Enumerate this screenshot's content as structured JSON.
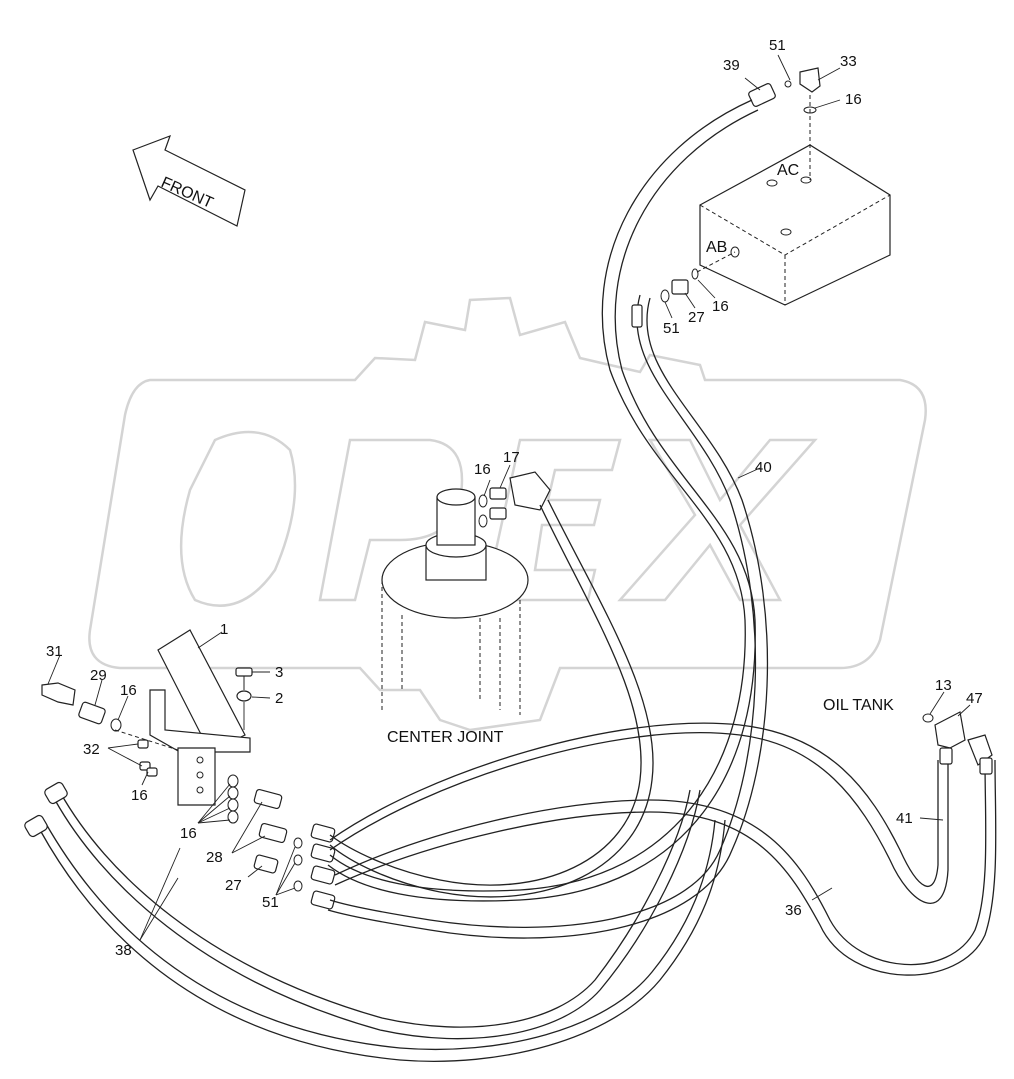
{
  "watermark": "OPEX",
  "front_arrow": "FRONT",
  "labels": {
    "center_joint": "CENTER JOINT",
    "oil_tank": "OIL TANK",
    "port_ac": "AC",
    "port_ab": "AB"
  },
  "callouts": {
    "p1": "1",
    "p2": "2",
    "p3": "3",
    "p13": "13",
    "p16a": "16",
    "p16b": "16",
    "p16c": "16",
    "p16d": "16",
    "p16e": "16",
    "p16f": "16",
    "p17": "17",
    "p27a": "27",
    "p27b": "27",
    "p28": "28",
    "p29": "29",
    "p31": "31",
    "p32": "32",
    "p33": "33",
    "p36": "36",
    "p38": "38",
    "p39": "39",
    "p40": "40",
    "p41": "41",
    "p47": "47",
    "p51a": "51",
    "p51b": "51",
    "p51c": "51"
  }
}
